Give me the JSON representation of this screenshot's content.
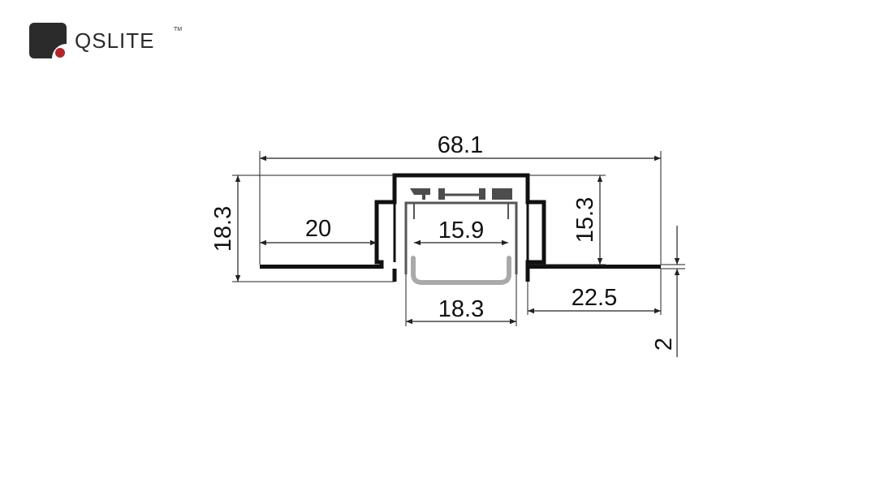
{
  "brand": {
    "name": "QSLITE",
    "trademark": "TM",
    "accent_color": "#b3242d",
    "mark_color": "#2b2b2b"
  },
  "drawing": {
    "profile_color": "#111111",
    "diffuser_color": "#a9a9a9",
    "dimension_line_color": "#222222",
    "dimensions": {
      "overall_width": "68.1",
      "overall_height": "18.3",
      "left_flange": "20",
      "inner_channel_top": "15.9",
      "channel_height": "15.3",
      "channel_width": "18.3",
      "right_flange": "22.5",
      "flange_thickness": "2"
    }
  }
}
